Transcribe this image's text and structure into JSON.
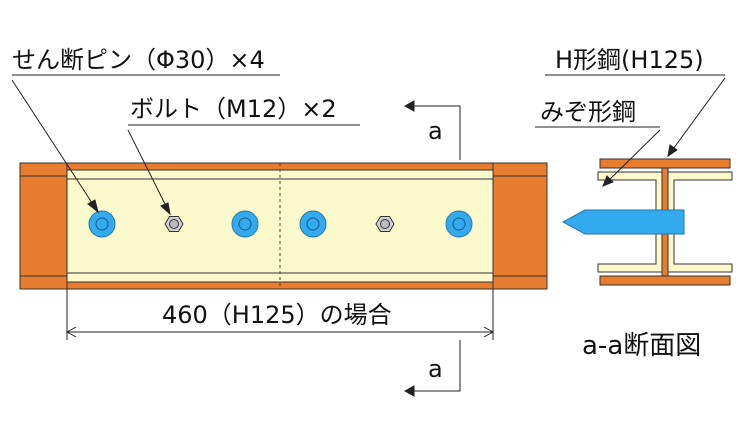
{
  "labels": {
    "shear_pin": "せん断ピン（Φ30）×4",
    "bolt": "ボルト（M12）×2",
    "section_mark_top": "a",
    "section_mark_bottom": "a",
    "dimension": "460（H125）の場合",
    "h_beam": "H形鋼(H125)",
    "channel": "みぞ形鋼",
    "section_title": "a-a断面図"
  },
  "colors": {
    "flange_orange": "#e87d2f",
    "plate_cream": "#fcfacc",
    "pin_blue": "#33aaee",
    "bolt_gray": "#c8c8c8",
    "outline": "#333333"
  }
}
